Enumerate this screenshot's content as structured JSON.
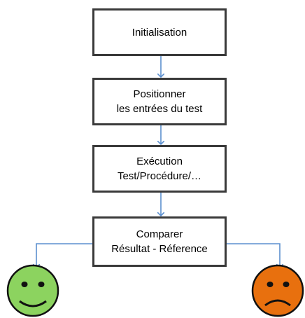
{
  "steps": [
    {
      "lines": [
        "Initialisation"
      ]
    },
    {
      "lines": [
        "Positionner",
        "les entrées du test"
      ]
    },
    {
      "lines": [
        "Exécution",
        "Test/Procédure/…"
      ]
    },
    {
      "lines": [
        "Comparer",
        "Résultat - Réference"
      ]
    }
  ],
  "outcomes": {
    "success": {
      "icon": "happy-face-icon",
      "color": "#8cd35f"
    },
    "failure": {
      "icon": "sad-face-icon",
      "color": "#e8700e"
    }
  },
  "colors": {
    "box_border": "#3a3a3a",
    "arrow": "#5b8fcf",
    "face_outline": "#111111"
  }
}
